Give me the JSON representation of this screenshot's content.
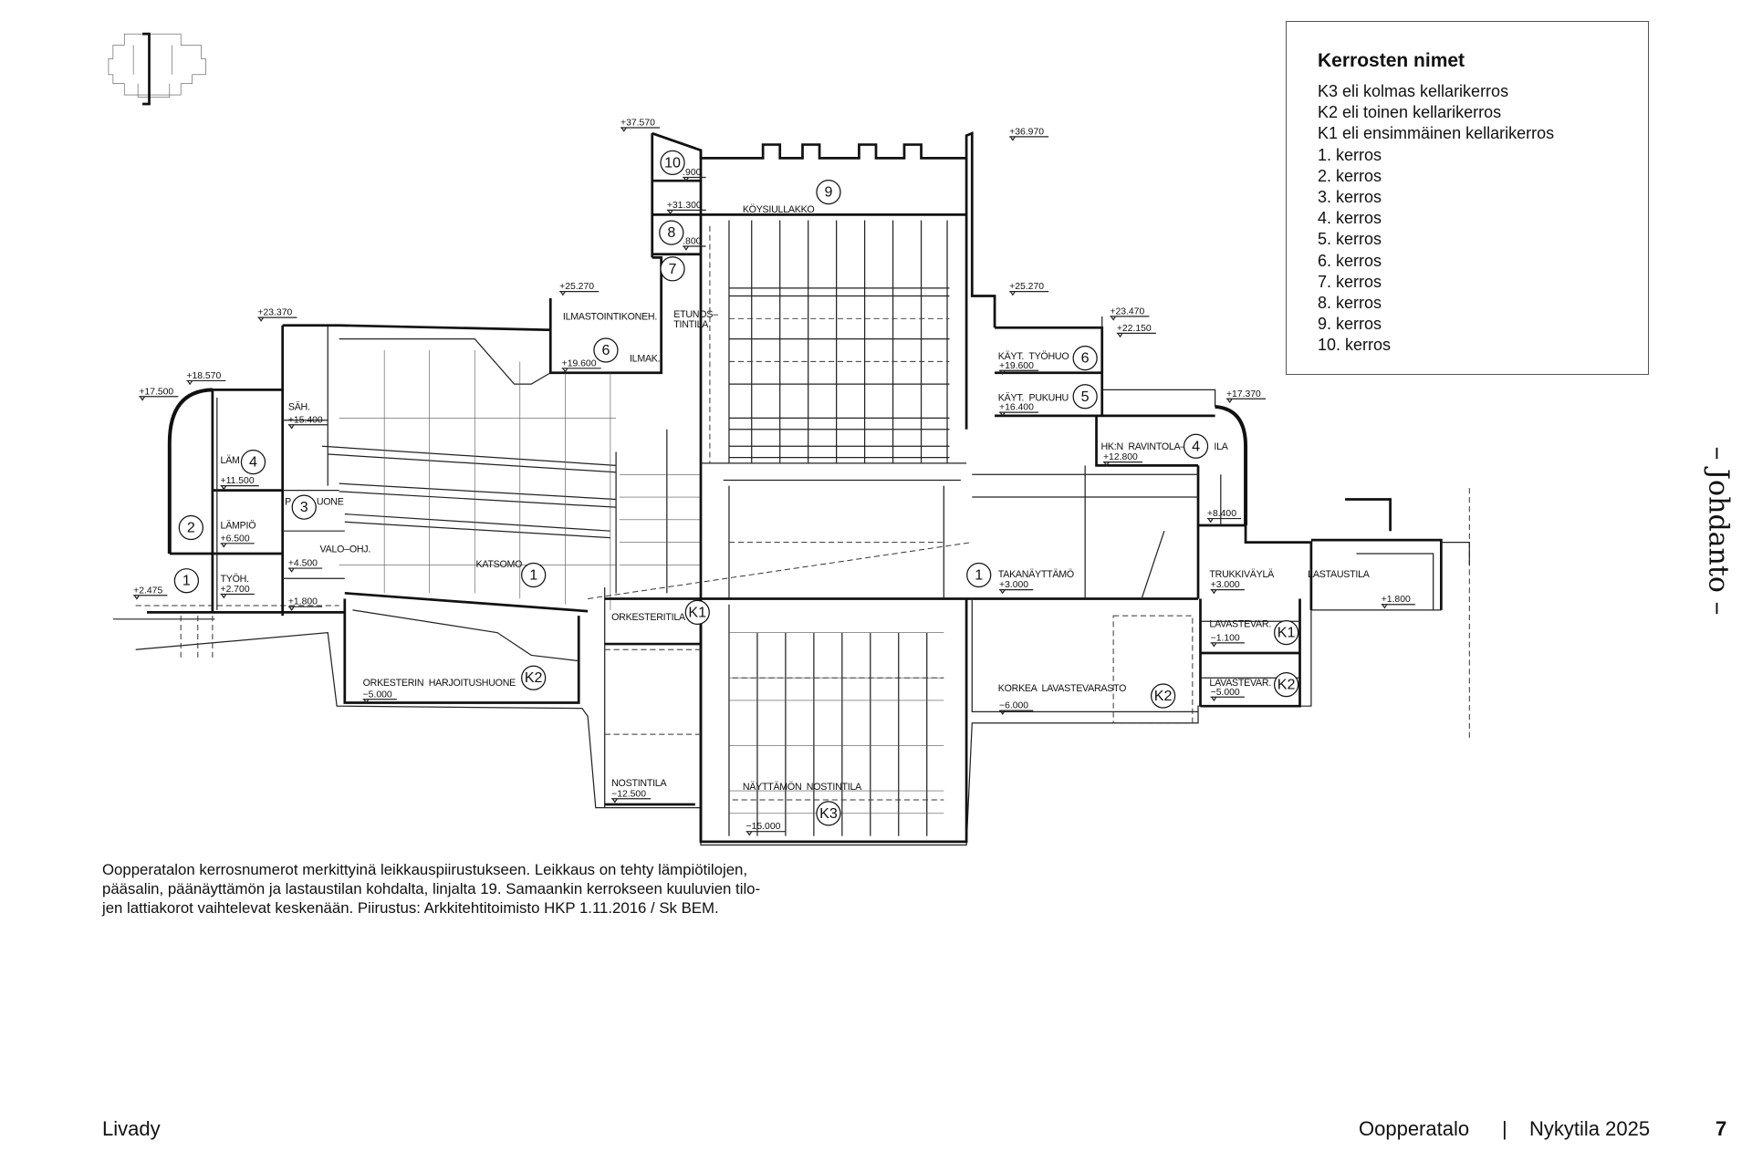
{
  "legend": {
    "title": "Kerrosten nimet",
    "items": [
      "K3 eli kolmas kellarikerros",
      "K2 eli toinen kellarikerros",
      "K1 eli ensimmäinen kellarikerros",
      "1. kerros",
      "2. kerros",
      "3. kerros",
      "4. kerros",
      "5. kerros",
      "6. kerros",
      "7. kerros",
      "8. kerros",
      "9. kerros",
      "10. kerros"
    ]
  },
  "caption": {
    "lines": [
      "Oopperatalon kerrosnumerot merkittyinä leikkauspiirustukseen. Leikkaus on tehty lämpiötilojen,",
      "pääsalin, päänäyttämön ja lastaustilan kohdalta, linjalta 19. Samaankin kerrokseen kuuluvien tilo-",
      "jen lattiakorot vaihtelevat keskenään. Piirustus: Arkkitehtitoimisto HKP 1.11.2016 / Sk BEM."
    ]
  },
  "footer": {
    "author": "Livady",
    "publication": "Oopperatalo",
    "separator": "|",
    "edition": "Nykytila 2025",
    "page_number": "7"
  },
  "side_title": "– Johdanto –",
  "drawing": {
    "rooms": [
      "SÄH.",
      "LÄM",
      "P",
      "UONE",
      "LÄMPIÖ",
      "TYÖH.",
      "VALO–OHJ.",
      "KATSOMO",
      "ORKESTERIN  HARJOITUSHUONE",
      "ILMASTOINTIKONEH.",
      "ETUNOS–",
      "TINTILA",
      "ILMAK.",
      "KÖYSIULLAKKO",
      "ORKESTERITILA",
      "NOSTINTILA",
      "NÄYTTÄMÖN  NOSTINTILA",
      "TAKANÄYTTÄMÖ",
      "KORKEA  LAVASTEVARASTO",
      "KÄYT.  TYÖHUO",
      "KÄYT.  PUKUHU",
      "HK:N  RAVINTOLA–",
      "ILA",
      "TRUKKIVÄYLÄ",
      "LASTAUSTILA",
      "LAVASTEVAR.",
      "LAVASTEVAR."
    ],
    "elevations": [
      "+37.570",
      "+36.970",
      "+31.300",
      ".900",
      ".800",
      "+25.270",
      "+25.270",
      "+23.370",
      "+23.470",
      "+22.150",
      "+19.600",
      "+19.600",
      "+18.570",
      "+17.500",
      "+17.370",
      "+16.400",
      "+15.400",
      "+11.500",
      "+12.800",
      "+8.400",
      "+6.500",
      "+4.500",
      "+3.000",
      "+3.000",
      "+2.700",
      "+2.475",
      "+1.800",
      "+1.800",
      "−1.100",
      "−5.000",
      "−5.000",
      "−6.000",
      "−12.500",
      "−15.000"
    ],
    "floor_markers": [
      "10",
      "9",
      "8",
      "7",
      "6",
      "6",
      "5",
      "4",
      "4",
      "3",
      "2",
      "1",
      "1",
      "1",
      "K1",
      "K1",
      "K2",
      "K2",
      "K2",
      "K3"
    ]
  }
}
